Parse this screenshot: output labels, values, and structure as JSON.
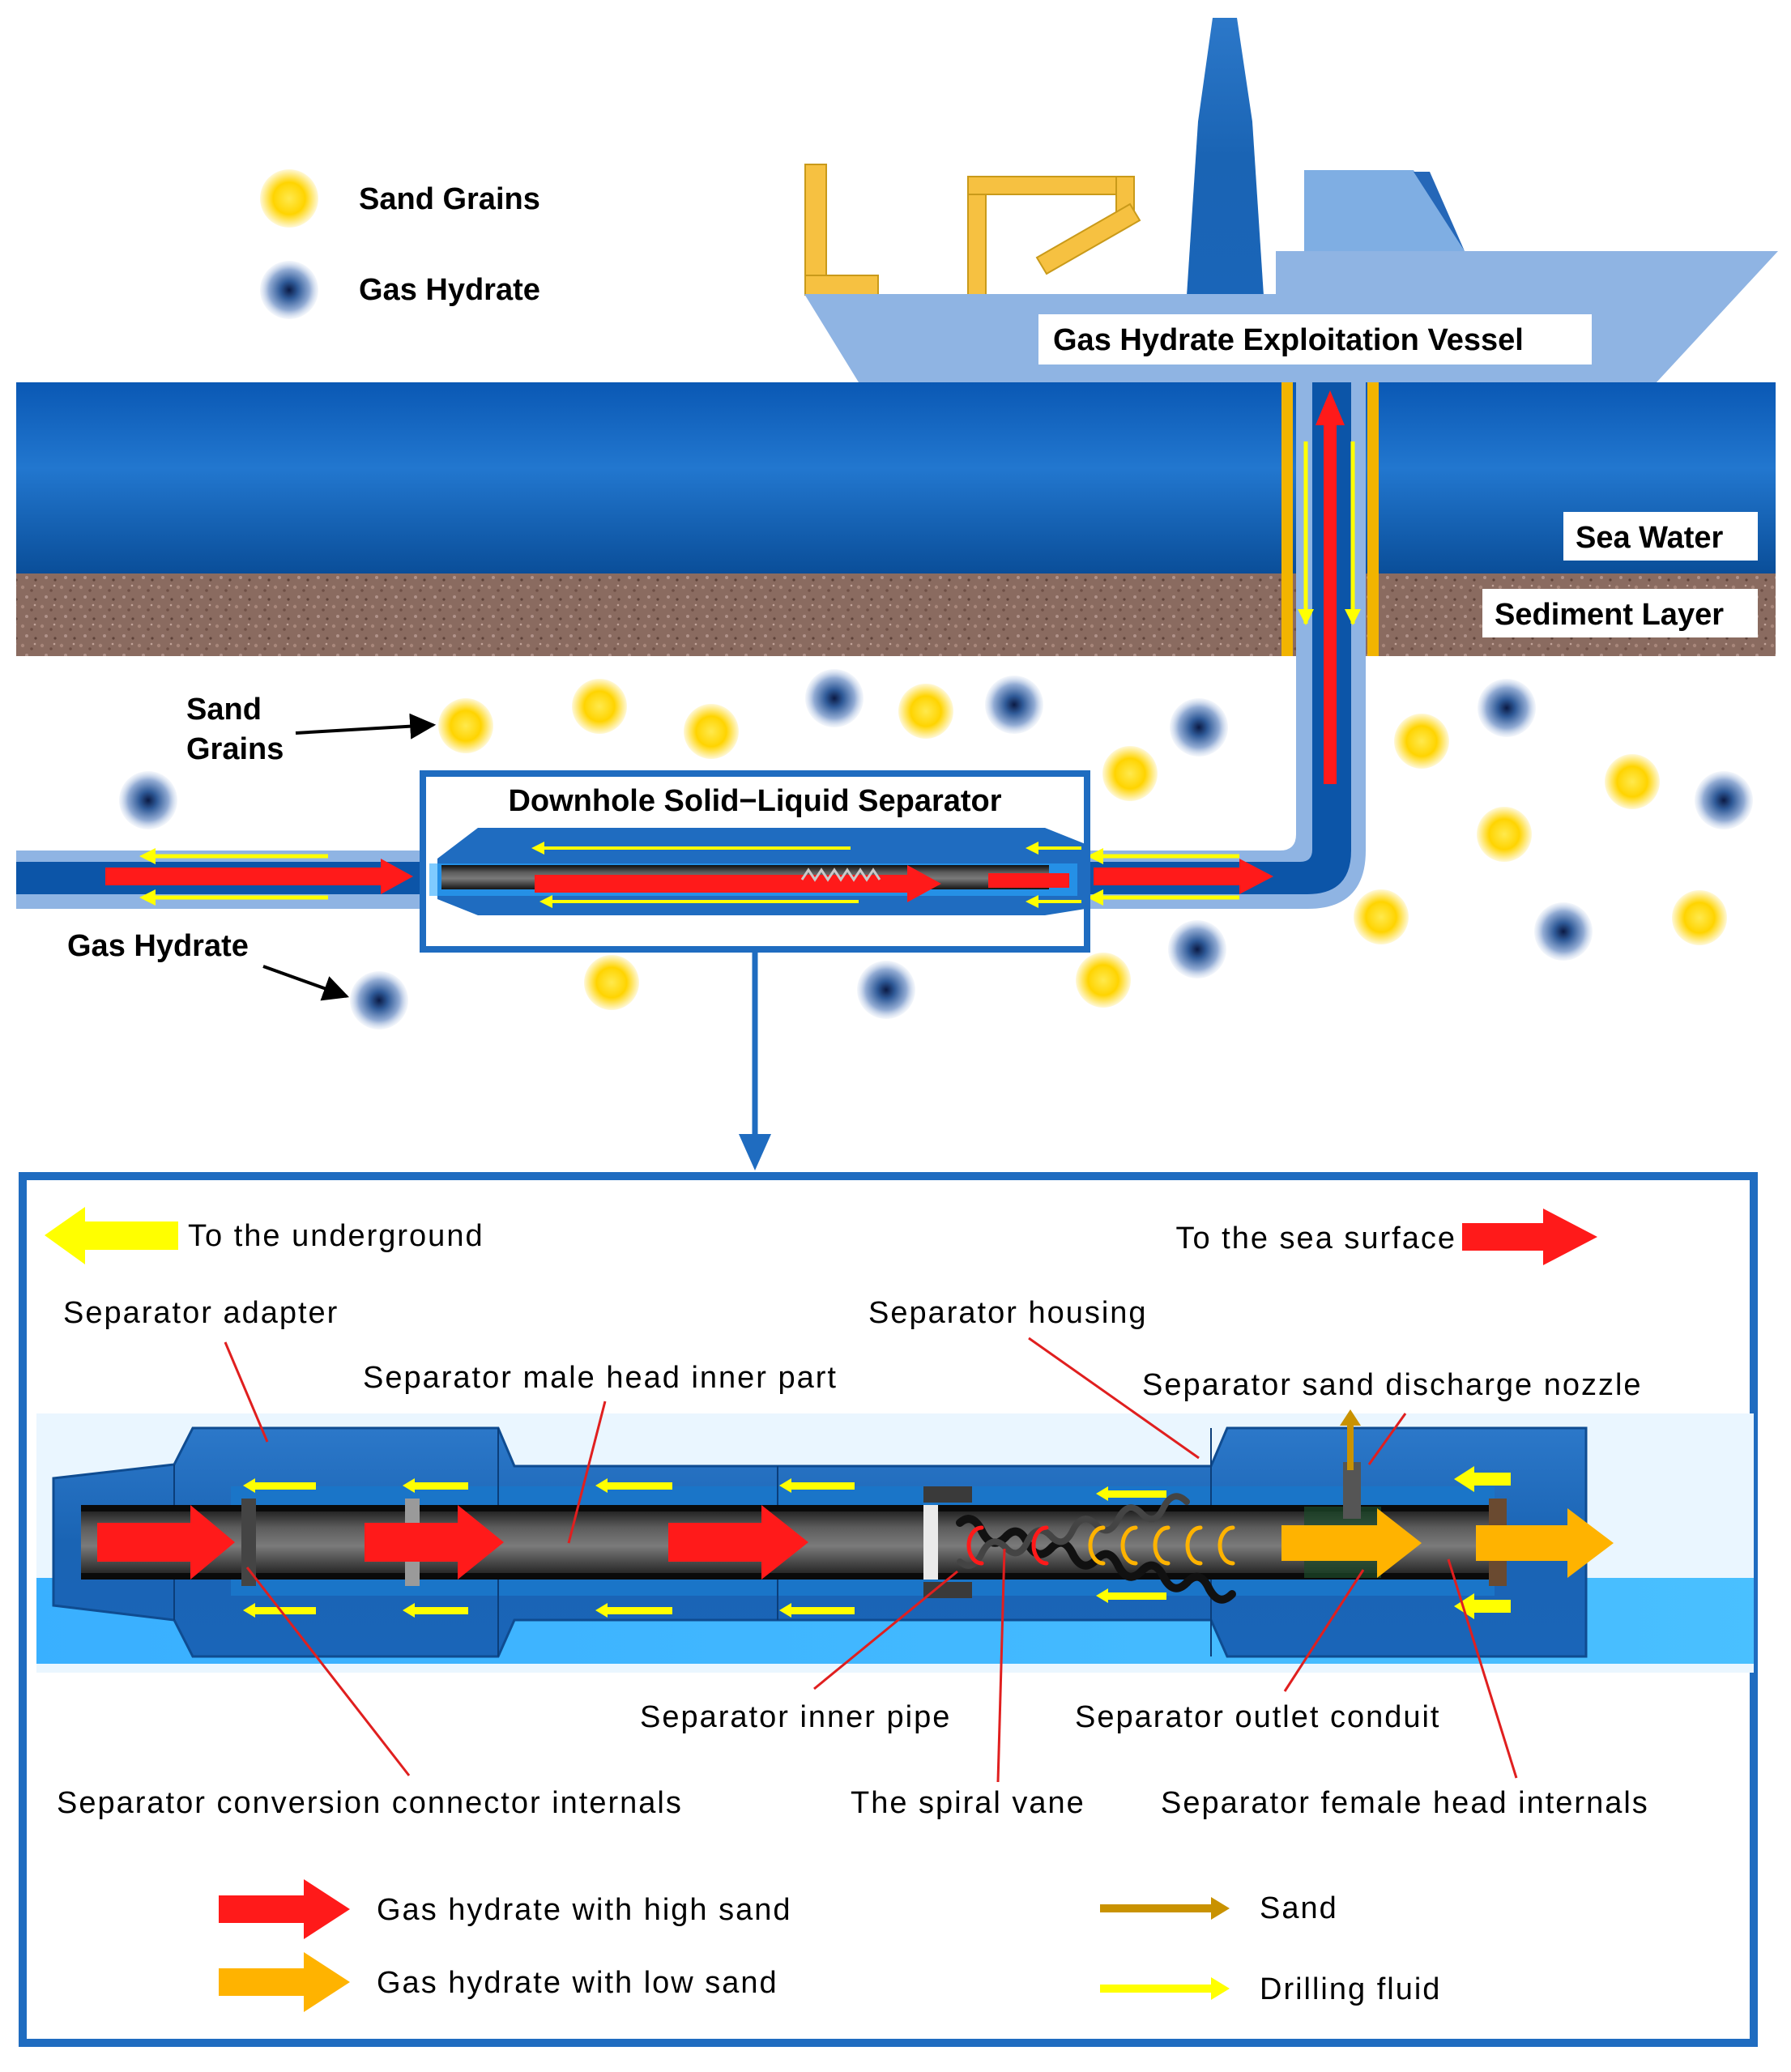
{
  "legend_top": {
    "sand_label": "Sand Grains",
    "hydrate_label": "Gas Hydrate"
  },
  "scene": {
    "vessel_label": "Gas Hydrate Exploitation Vessel",
    "sea_water_label": "Sea Water",
    "sediment_label": "Sediment Layer",
    "sand_callout_line1": "Sand",
    "sand_callout_line2": "Grains",
    "hydrate_callout": "Gas Hydrate",
    "separator_box_label": "Downhole Solid−Liquid Separator"
  },
  "detail": {
    "to_underground": "To the underground",
    "to_surface": "To the sea surface",
    "labels": {
      "adapter": "Separator adapter",
      "housing": "Separator housing",
      "male_head": "Separator male head inner part",
      "nozzle": "Separator sand discharge nozzle",
      "inner_pipe": "Separator inner pipe",
      "outlet": "Separator outlet conduit",
      "conversion": "Separator conversion connector internals",
      "vane": "The spiral vane",
      "female_head": "Separator female head internals"
    },
    "legend": {
      "high_sand": "Gas hydrate with high sand",
      "low_sand": "Gas hydrate with low sand",
      "sand": "Sand",
      "drilling_fluid": "Drilling fluid"
    }
  },
  "colors": {
    "sea": "#0f5fae",
    "vessel": "#8fb4e3",
    "chimney": "#1e6fc5",
    "sediment": "#8b6a5e",
    "sand_grain": "#ffd800",
    "hydrate": "#1a3f7a",
    "red_flow": "#ff1a1a",
    "orange_flow": "#ffb300",
    "yellow_flow": "#ffff00",
    "sand_flow": "#c99200",
    "frame": "#1f6cc0",
    "callout": "#e01f1f"
  }
}
